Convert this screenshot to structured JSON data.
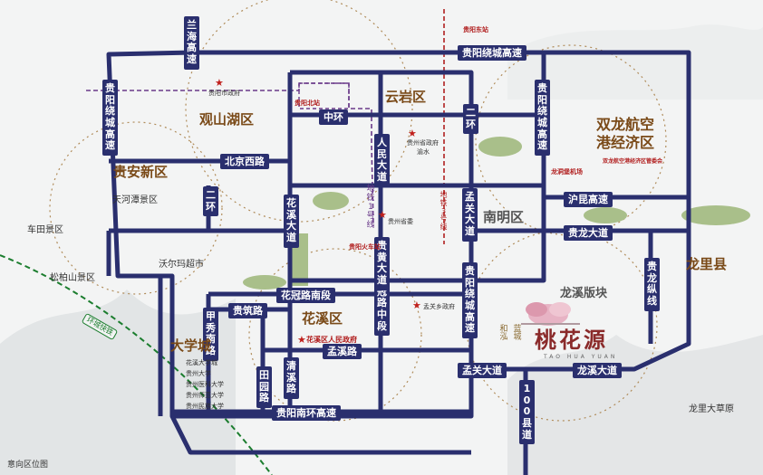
{
  "roads": {
    "lanhai": "兰海高速",
    "ring_n": "贵阳绕城高速",
    "ring_w": "贵阳绕城高速",
    "ring_ne": "贵阳绕城高速",
    "ring_e": "贵阳绕城高速",
    "zhonghuan": "中环",
    "erhuan_e": "二环",
    "erhuan_w": "二环",
    "beijing_xilu": "北京西路",
    "renmin_dadao": "人民大道",
    "huaxi_dadao": "花溪大道",
    "huolue": "沪昆高速",
    "guilong": "贵龙大道",
    "guangfeng": "花冠路南段",
    "guizhu": "贵筑路",
    "zhongxiu": "甲秀南路",
    "huaxiao": "花冠路中段",
    "guihuang": "贵黄大道",
    "mengguan": "孟关大道",
    "mengxi": "孟溪路",
    "tianyuan": "田园路",
    "qingxi": "清溪路",
    "nanhuan": "贵阳南环高速",
    "mengguan_h": "孟关大道",
    "longxi": "龙溪大道",
    "g100": "100县道",
    "guilong_zong": "贵龙纵线"
  },
  "districts": {
    "guanshanhu": "观山湖区",
    "yunyan": "云岩区",
    "shuanglong": "双龙航空港经济区",
    "guian": "贵安新区",
    "nanming": "南明区",
    "longli": "龙里县",
    "huaxi": "花溪区",
    "daxuecheng": "大学城",
    "longxi": "龙溪版块"
  },
  "places": {
    "chebu": "车田景区",
    "songbai": "松柏山景区",
    "tianhe": "天河潭景区",
    "woer": "沃尔玛超市",
    "longli_grass": "龙里大草原",
    "gov_city": "贵阳市政府",
    "gov_prov": "贵州省政府",
    "gov_prov2": "贵州省委",
    "gov_huaxi": "花溪区人民政府",
    "gov_meng": "孟关乡政府",
    "shuanglong_gov": "双龙航空港经济区管委会",
    "north_station": "贵阳北站",
    "east_station": "贵阳东站",
    "train_station": "贵阳火车站",
    "airport": "龙洞堡机场",
    "renhe": "渝水"
  },
  "metro": {
    "line1": "地铁1号线",
    "line3": "地铁3号线"
  },
  "ring_label": "环城快铁",
  "brand": {
    "name": "桃花源",
    "pre": "和泓",
    "pre2": "蓝城",
    "sub": "TAO HUA YUAN"
  },
  "schools": [
    "花溪大学城",
    "贵州大学",
    "贵州医科大学",
    "贵州师范大学",
    "贵州民族大学"
  ],
  "legend": "意向区位图",
  "colors": {
    "road": "#2a2f6e",
    "metro1": "#6a3a8a",
    "metro3": "#b02020",
    "ring_rail": "#1b7d2e",
    "district": "#7a4a18"
  }
}
